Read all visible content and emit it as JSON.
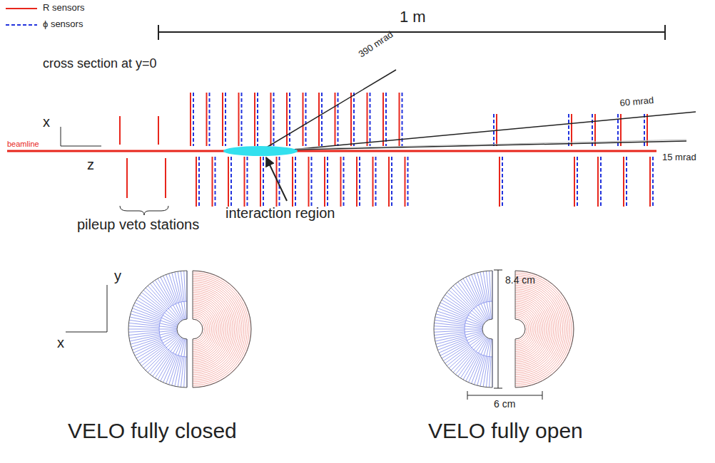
{
  "diagram": {
    "labels": [
      "1 m",
      "cross section at y=0",
      "x",
      "z",
      "beamline",
      "390 mrad",
      "60 mrad",
      "15 mrad",
      "pileup veto stations",
      "interaction region",
      "y",
      "x",
      "8.4 cm",
      "6 cm",
      "VELO fully closed",
      "VELO fully open"
    ],
    "legend": [
      {
        "text": "R sensors"
      },
      {
        "text": "ϕ sensors"
      }
    ]
  }
}
